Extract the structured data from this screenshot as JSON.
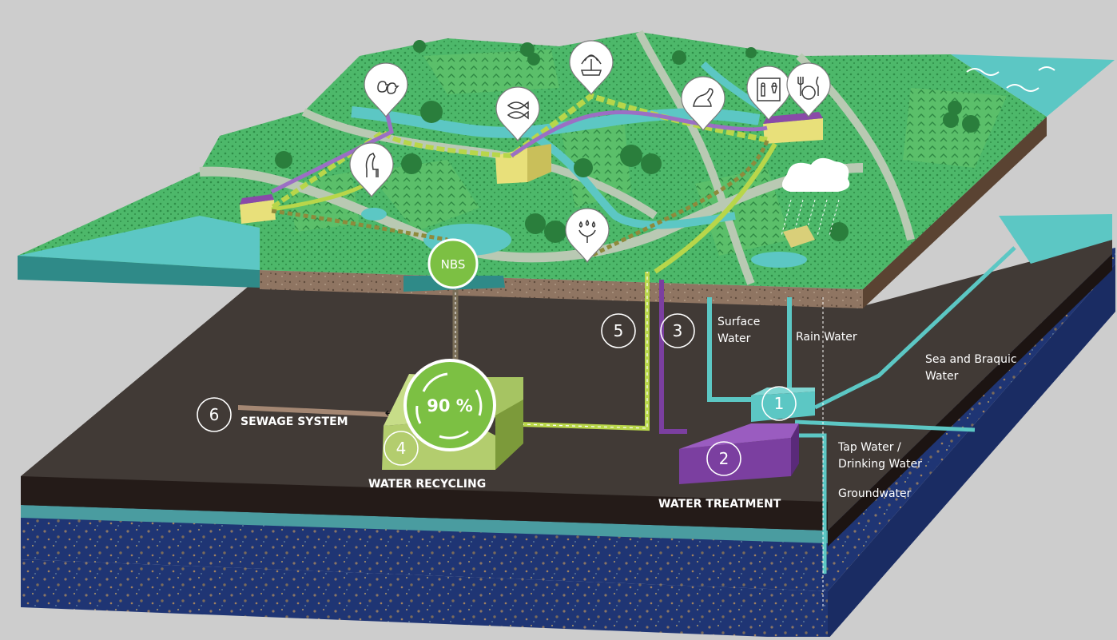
{
  "diagram": {
    "nbs_label": "NBS",
    "recycling_percent": "90 %",
    "numbers": {
      "one": "1",
      "two": "2",
      "three": "3",
      "four": "4",
      "five": "5",
      "six": "6"
    },
    "labels": {
      "surface_water_1": "Surface",
      "surface_water_2": "Water",
      "rain_water": "Rain Water",
      "sea_water_1": "Sea and Braquic",
      "sea_water_2": "Water",
      "tap_water_1": "Tap Water /",
      "tap_water_2": "Drinking Water",
      "groundwater": "Groundwater",
      "sewage_system": "SEWAGE SYSTEM",
      "water_recycling": "WATER RECYCLING",
      "water_treatment": "WATER TREATMENT"
    },
    "pins": [
      {
        "icon": "ducks-icon"
      },
      {
        "icon": "fish-icon"
      },
      {
        "icon": "fountain-icon"
      },
      {
        "icon": "seal-icon"
      },
      {
        "icon": "restroom-icon"
      },
      {
        "icon": "restaurant-icon"
      },
      {
        "icon": "giraffe-icon"
      },
      {
        "icon": "plant-irrigation-icon"
      }
    ],
    "colors": {
      "land": "#4db86a",
      "water": "#5cc7c4",
      "soil": "#413a36",
      "aquifer": "#1f3574",
      "recycling": "#7cc043",
      "treatment": "#7b3fa0"
    }
  }
}
